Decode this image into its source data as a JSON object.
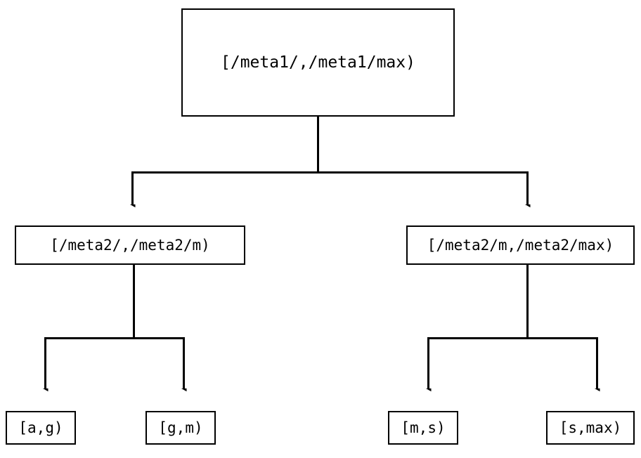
{
  "diagram": {
    "type": "tree",
    "title": "",
    "background_color": "#ffffff",
    "line_color": "#000000",
    "text_color": "#000000",
    "nodes": {
      "root": {
        "label": "[/meta1/,/meta1/max)",
        "level": 0
      },
      "mid_left": {
        "label": "[/meta2/,/meta2/m)",
        "level": 1
      },
      "mid_right": {
        "label": "[/meta2/m,/meta2/max)",
        "level": 1
      },
      "leaf_ag": {
        "label": "[a,g)",
        "level": 2
      },
      "leaf_gm": {
        "label": "[g,m)",
        "level": 2
      },
      "leaf_ms": {
        "label": "[m,s)",
        "level": 2
      },
      "leaf_smax": {
        "label": "[s,max)",
        "level": 2
      }
    },
    "edges": [
      {
        "from": "root",
        "to": "mid_left",
        "arrow": "down"
      },
      {
        "from": "root",
        "to": "mid_right",
        "arrow": "down"
      },
      {
        "from": "mid_left",
        "to": "leaf_ag",
        "arrow": "down"
      },
      {
        "from": "mid_left",
        "to": "leaf_gm",
        "arrow": "down"
      },
      {
        "from": "mid_right",
        "to": "leaf_ms",
        "arrow": "down"
      },
      {
        "from": "mid_right",
        "to": "leaf_smax",
        "arrow": "down"
      }
    ]
  }
}
